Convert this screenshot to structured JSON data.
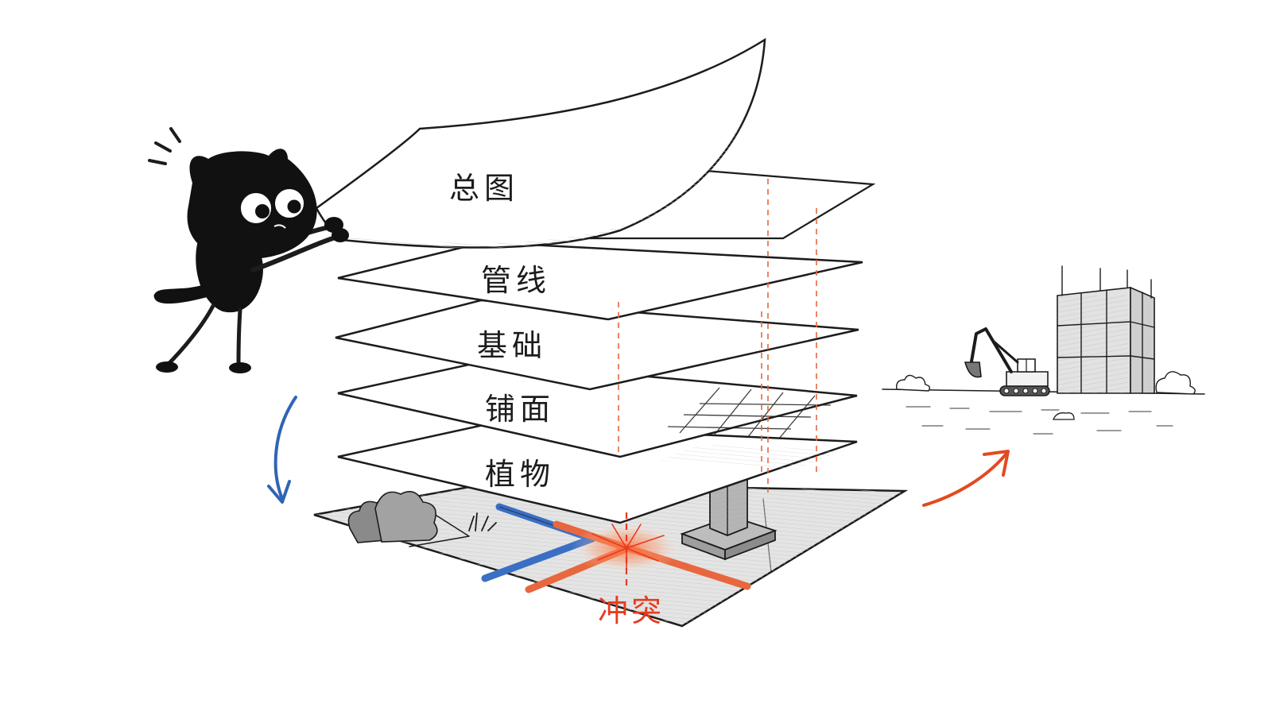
{
  "diagram": {
    "layers": [
      {
        "id": "master-plan",
        "label": "总图"
      },
      {
        "id": "pipelines",
        "label": "管线"
      },
      {
        "id": "foundation",
        "label": "基础"
      },
      {
        "id": "paving",
        "label": "铺面"
      },
      {
        "id": "planting",
        "label": "植物"
      }
    ],
    "conflict_label": "冲突",
    "colors": {
      "ink": "#1c1c1c",
      "conflict": "#e63b1f",
      "water_pipe": "#3a6fc4",
      "other_pipe": "#e8673e",
      "arrow_down": "#2f64b5",
      "arrow_up": "#e24a22"
    },
    "icons": [
      "cat-character",
      "construction-site-icon",
      "excavator-icon",
      "bush-icon"
    ]
  }
}
